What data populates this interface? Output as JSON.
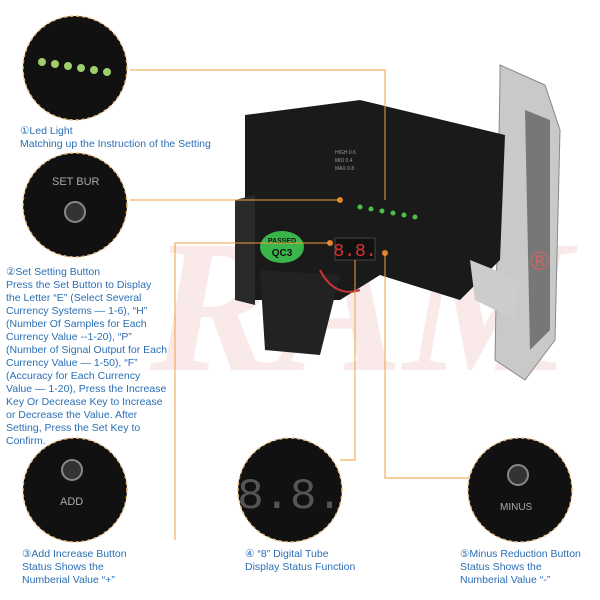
{
  "watermark": "RAM®",
  "device": {
    "badge_line1": "PASSED",
    "badge_line2": "QC3",
    "display_digits": "8.8.",
    "switch_labels": [
      "HIGH 0.6",
      "MID 0.4",
      "MAX 0.8"
    ],
    "set_label": "SET BUR"
  },
  "callouts": [
    {
      "title": "①Led Light",
      "body": [
        "Matching up the Instruction of the Setting"
      ]
    },
    {
      "title": "②Set Setting Button",
      "body": [
        "Press the Set Button to Display",
        "the Letter “E” (Select Several",
        "Currency Systems — 1-6), “H”",
        "(Number Of Samples for Each",
        "Currency Value --1-20), “P”",
        "(Number of Signal Output for Each",
        "Currency Value — 1-50), “F”",
        "(Accuracy for Each Currency",
        "Value — 1-20), Press the Increase",
        "Key Or Decrease Key to Increase",
        "or Decrease the Value. After",
        "Setting, Press the Set Key to",
        "Confirm."
      ]
    },
    {
      "title": "③Add Increase Button",
      "body": [
        "Status Shows the",
        "Numberial Value “+”"
      ]
    },
    {
      "title": "④ “8” Digital Tube",
      "body": [
        "Display Status Function"
      ]
    },
    {
      "title": "⑤Minus Reduction Button",
      "body": [
        "Status Shows the",
        "Numberial Value “-”"
      ]
    }
  ],
  "closeup_labels": {
    "set": "SET BUR",
    "add": "ADD",
    "minus": "MINUS"
  },
  "colors": {
    "text": "#2a6fb5",
    "leader_line": "#f0a040",
    "device": "#1a1a1a",
    "led": "#49c24a",
    "badge": "#3ab54a",
    "display": "#e03030",
    "watermark": "#e06060"
  }
}
